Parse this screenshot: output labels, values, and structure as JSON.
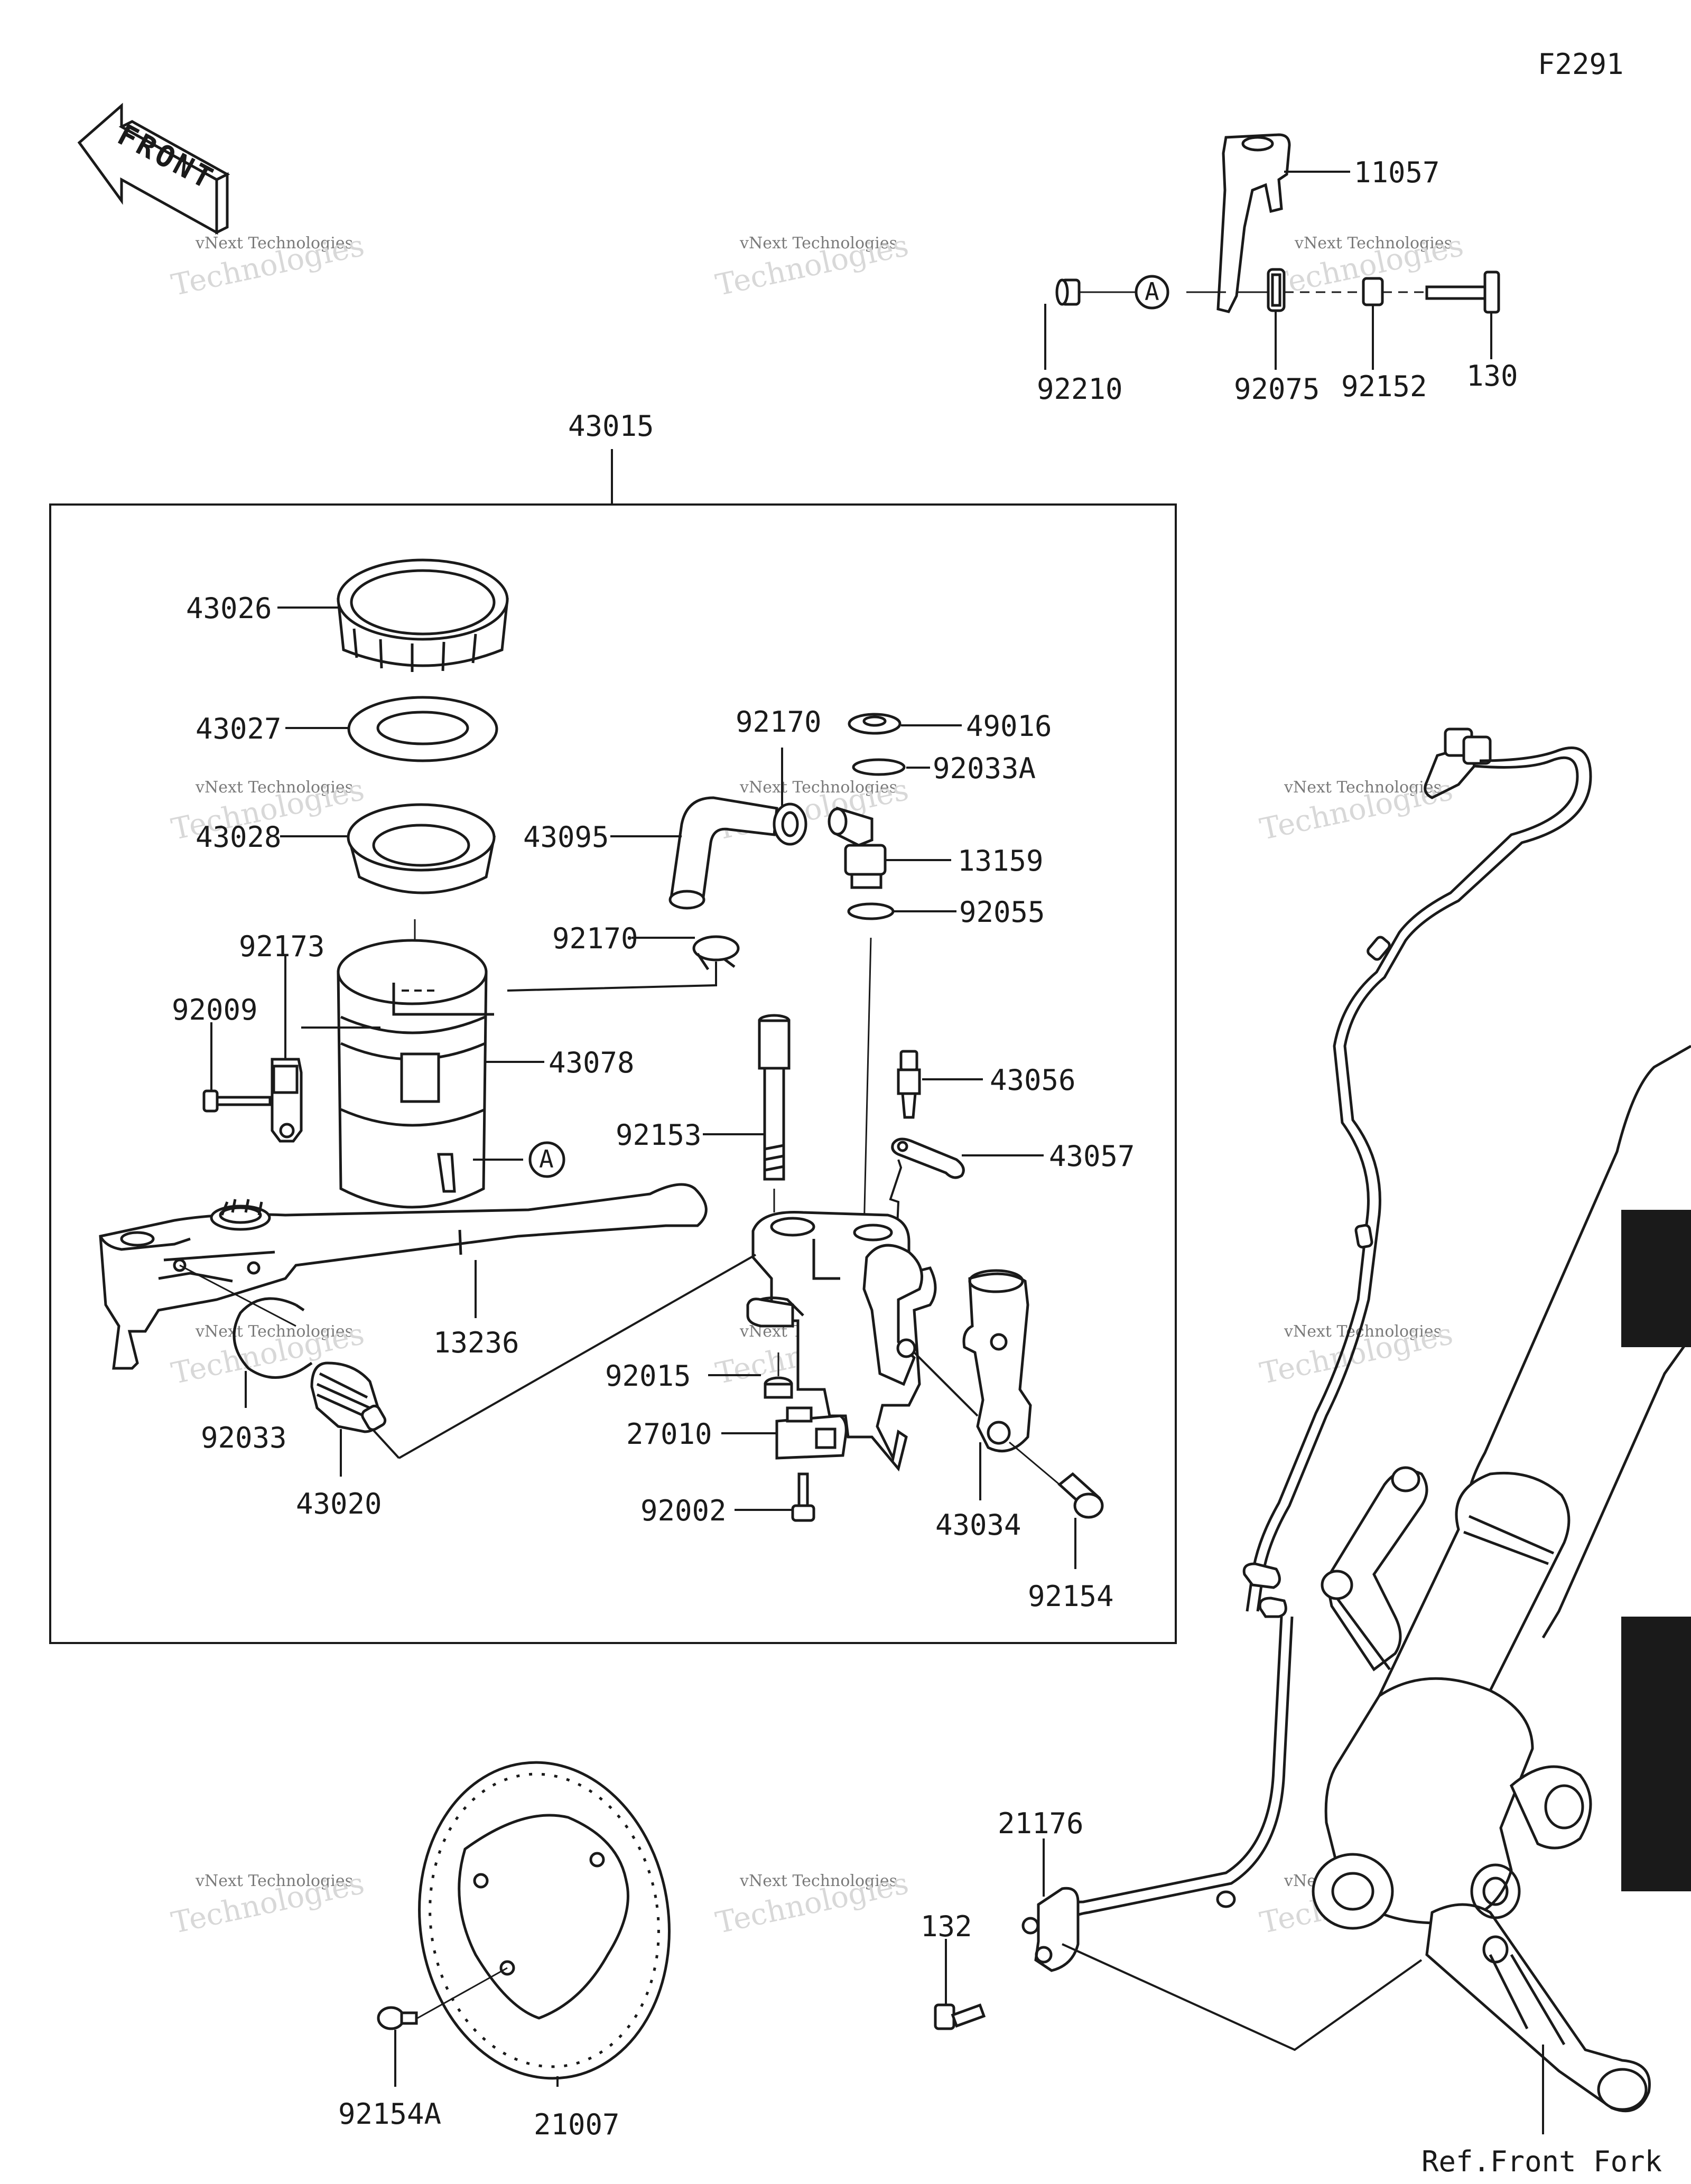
{
  "diagram_code": "F2291",
  "front_arrow_label": "FRONT",
  "ref_label": "Ref.Front Fork",
  "assembly_label": "43015",
  "callout_a": "A",
  "watermark": {
    "top": "vNext Technologies",
    "big": "Technologies"
  },
  "parts": [
    "11057",
    "92210",
    "92075",
    "92152",
    "130",
    "43026",
    "43027",
    "43028",
    "92173",
    "92009",
    "43078",
    "92170",
    "92170",
    "43095",
    "49016",
    "92033A",
    "13159",
    "92055",
    "43056",
    "43057",
    "92153",
    "13236",
    "92033",
    "43020",
    "92015",
    "27010",
    "92002",
    "43034",
    "92154",
    "21176",
    "132",
    "92154A",
    "21007"
  ]
}
